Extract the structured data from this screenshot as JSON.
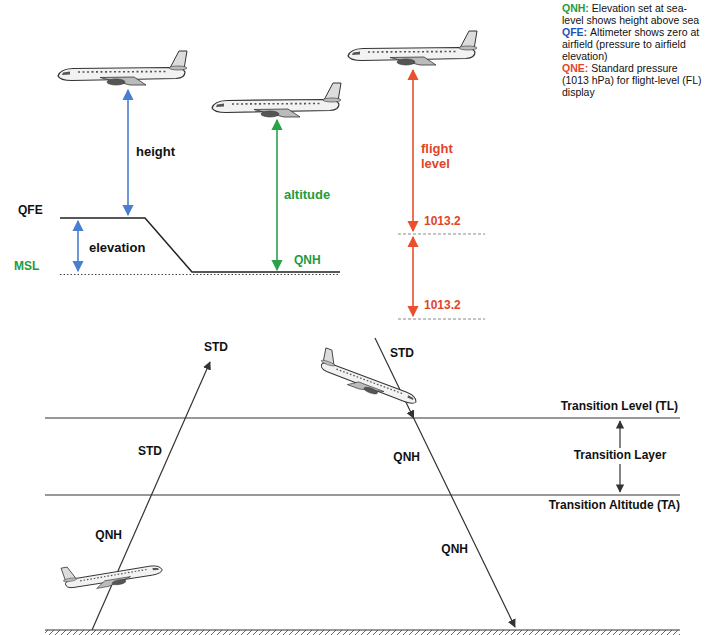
{
  "diagram": {
    "labels": [
      "QNH:",
      "Elevation set at sea-level shows height above sea",
      "QFE:",
      "Altimeter shows zero at airfield (pressure to airfield elevation)",
      "QNE:",
      "Standard pressure (1013 hPa) for flight-level (FL) display",
      "height",
      "altitude",
      "flight level",
      "QFE",
      "elevation",
      "1013.2",
      "MSL",
      "QNH",
      "1013.2",
      "STD",
      "STD",
      "Transition Level (TL)",
      "STD",
      "QNH",
      "Transition Layer",
      "Transition Altitude (TA)",
      "QNH",
      "QNH"
    ]
  }
}
